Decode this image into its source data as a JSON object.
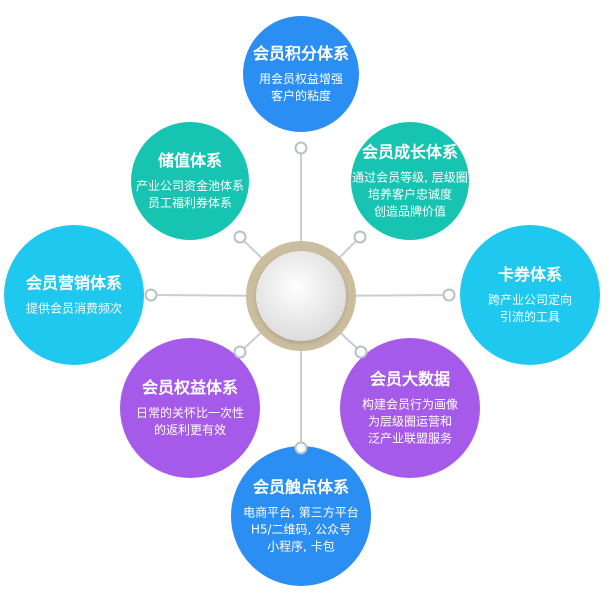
{
  "hub": {
    "ring_color": "#cbbd9f",
    "inner_color": "#f2f2f2"
  },
  "nodes": [
    {
      "id": "points",
      "title": "会员积分体系",
      "lines": [
        "用会员权益增强",
        "客户的粘度"
      ],
      "color": "#2a8ef2"
    },
    {
      "id": "stored",
      "title": "储值体系",
      "lines": [
        "产业公司资金池体系",
        "员工福利券体系"
      ],
      "color": "#17c3b1"
    },
    {
      "id": "growth",
      "title": "会员成长体系",
      "lines": [
        "通过会员等级, 层级圈",
        "培养客户忠诚度",
        "创造品牌价值"
      ],
      "color": "#17c3b1"
    },
    {
      "id": "marketing",
      "title": "会员营销体系",
      "lines": [
        "提供会员消费频次"
      ],
      "color": "#1ec8ee"
    },
    {
      "id": "coupon",
      "title": "卡券体系",
      "lines": [
        "跨产业公司定向",
        "引流的工具"
      ],
      "color": "#1ec8ee"
    },
    {
      "id": "rights",
      "title": "会员权益体系",
      "lines": [
        "日常的关怀比一次性",
        "的返利更有效"
      ],
      "color": "#a65ae9"
    },
    {
      "id": "bigdata",
      "title": "会员大数据",
      "lines": [
        "构建会员行为画像",
        "为层级圈运营和",
        "泛产业联盟服务"
      ],
      "color": "#a65ae9"
    },
    {
      "id": "touchpoint",
      "title": "会员触点体系",
      "lines": [
        "电商平台, 第三方平台",
        "H5/二维码, 公众号",
        "小程序, 卡包"
      ],
      "color": "#2a8ef2"
    }
  ]
}
